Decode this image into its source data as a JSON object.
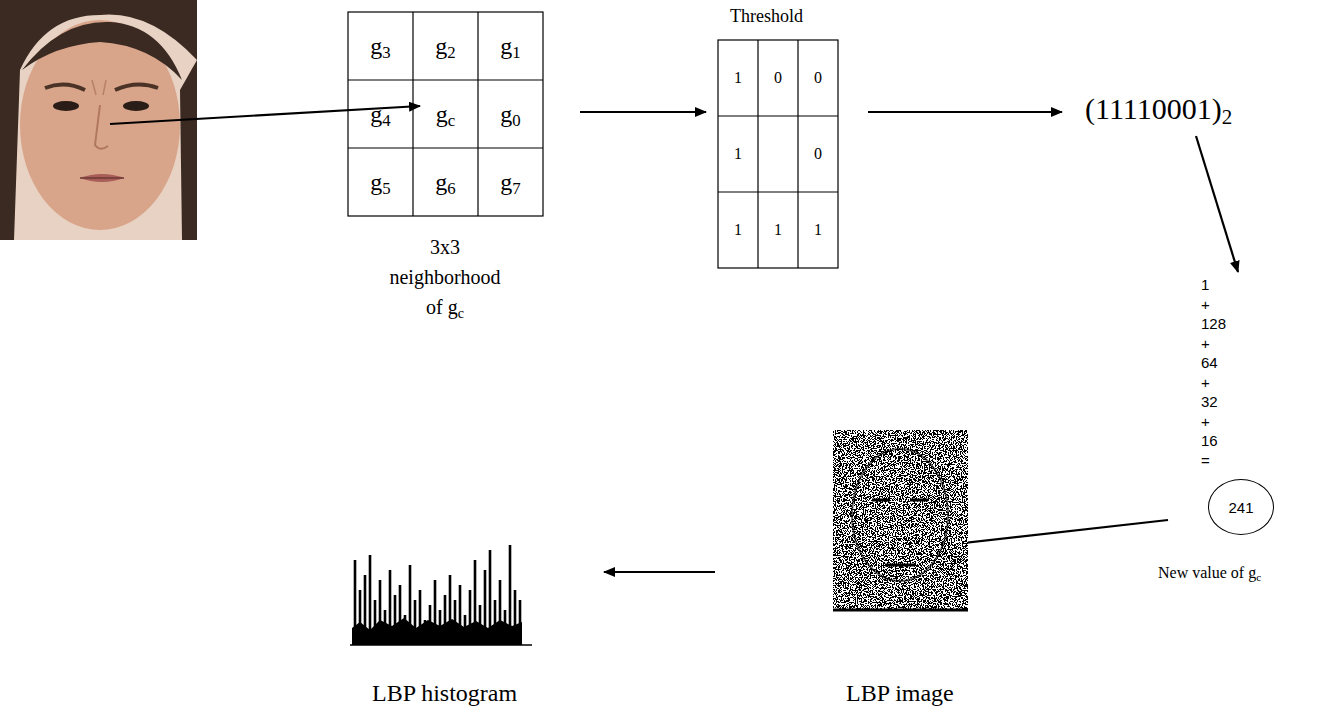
{
  "diagram": {
    "nodes": [
      {
        "text": [
          "241"
        ]
      }
    ],
    "labels": [
      "g3",
      "g2",
      "g1",
      "g4",
      "gc",
      "g0",
      "g5",
      "g6",
      "g7",
      "3x3 neighborhood of gc",
      "Threshold",
      "1",
      "0",
      "0",
      "1",
      "0",
      "1",
      "1",
      "1",
      "(11110001)2",
      "1",
      "+",
      "128",
      "+",
      "64",
      "+",
      "32",
      "+",
      "16",
      "=",
      "New value of gc",
      "LBP image",
      "LBP histogram"
    ]
  }
}
